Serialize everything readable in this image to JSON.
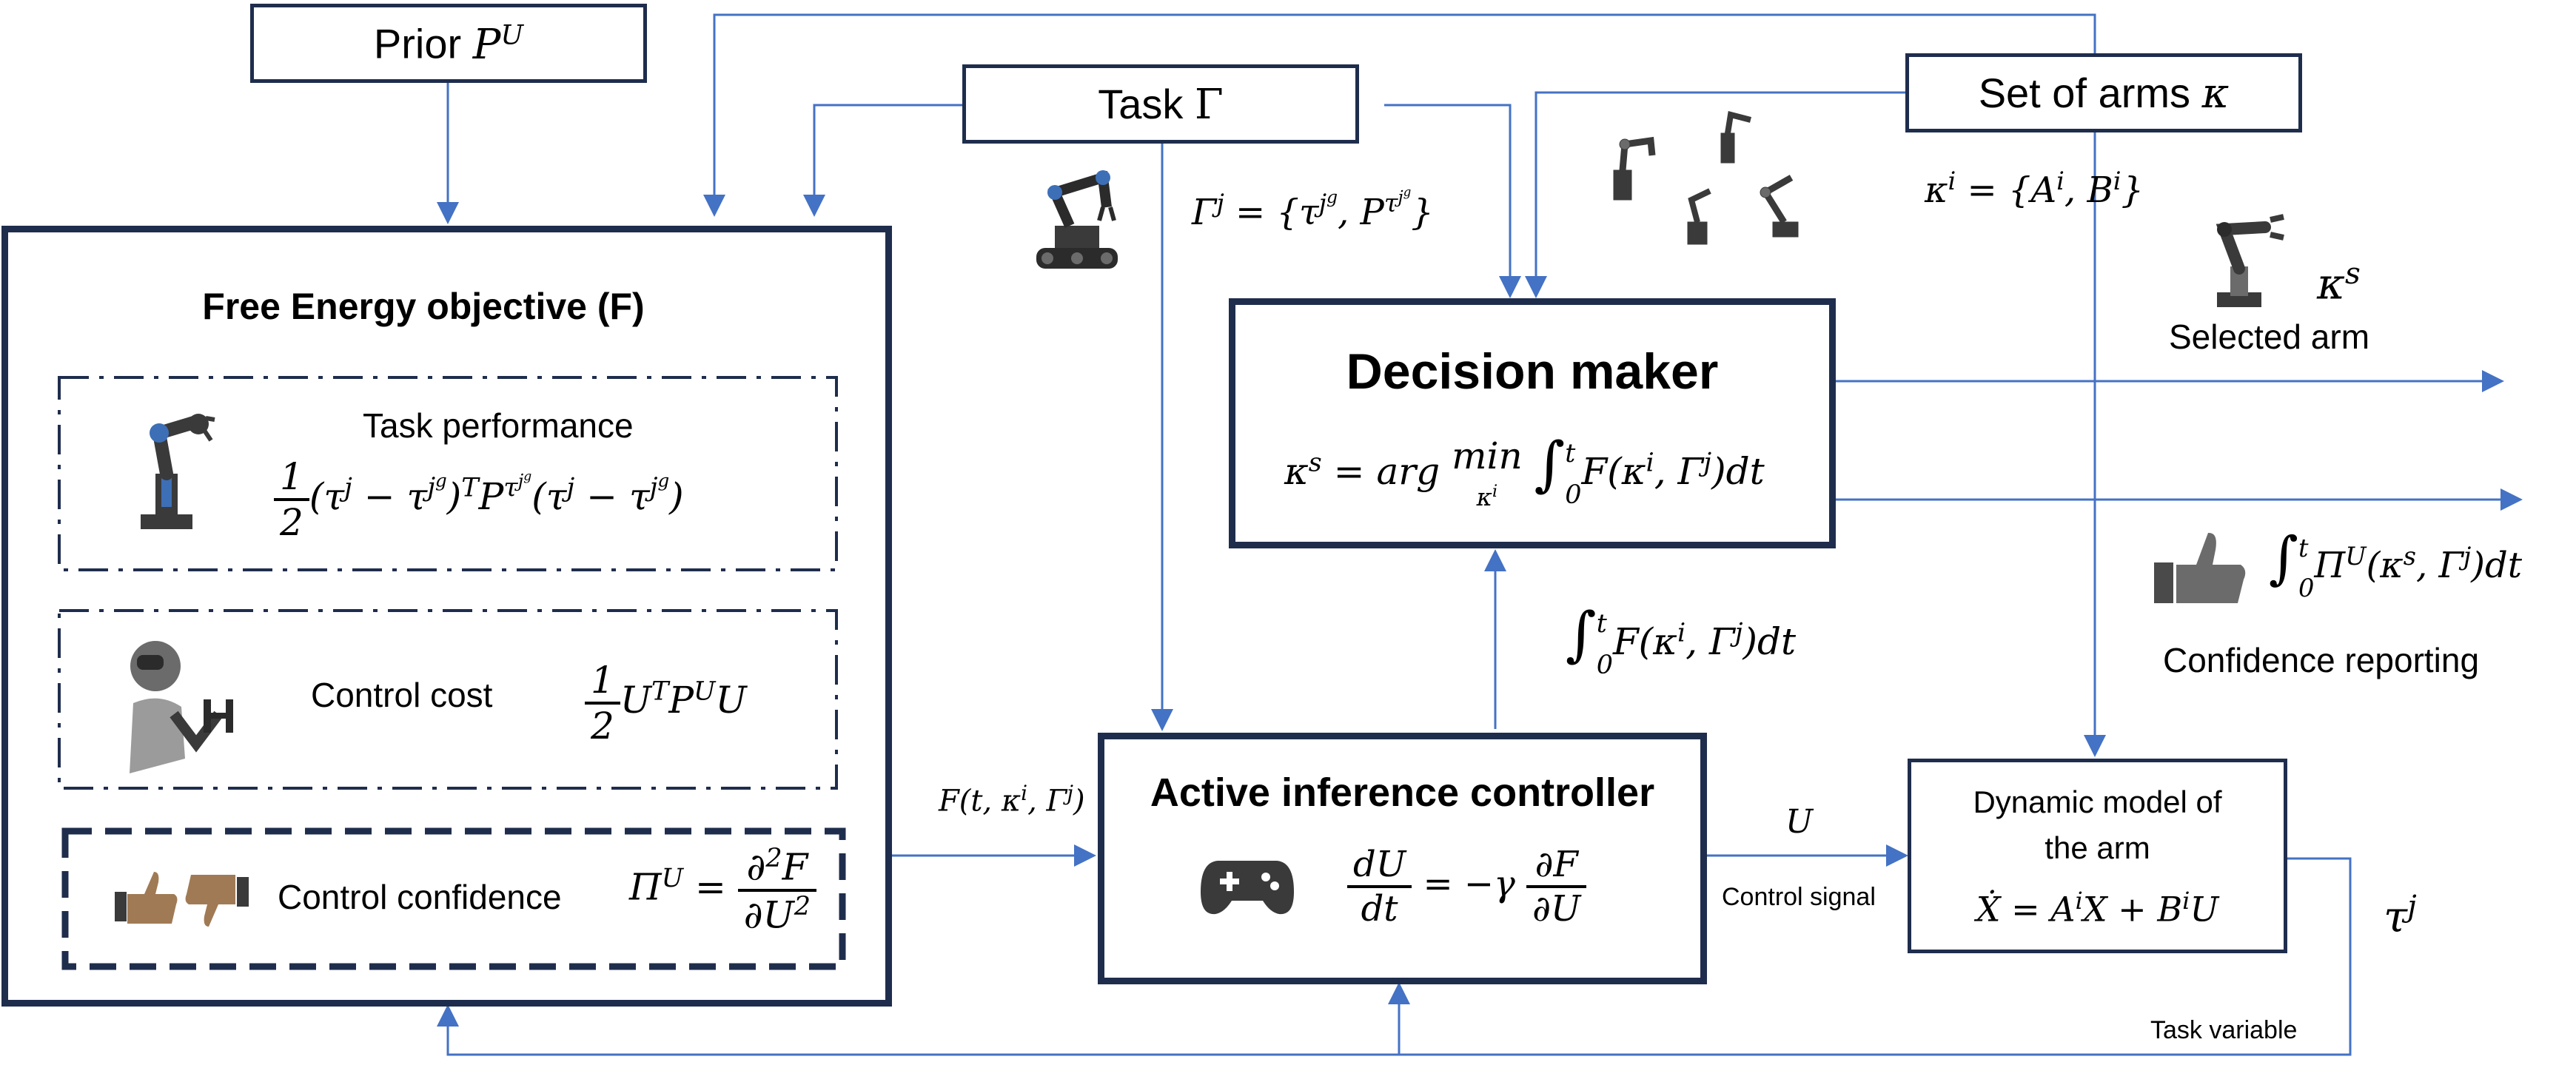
{
  "boxes": {
    "prior": "Prior P^U",
    "task": "Task Γ",
    "arms": "Set of arms κ",
    "free_energy_title": "Free Energy objective (F)",
    "task_performance": "Task performance",
    "control_cost": "Control cost",
    "control_confidence": "Control confidence",
    "decision_maker": "Decision maker",
    "active_inference": "Active inference controller",
    "dynamic_model_line1": "Dynamic model of",
    "dynamic_model_line2": "the arm"
  },
  "labels": {
    "selected_arm": "Selected arm",
    "confidence_reporting": "Confidence reporting",
    "control_signal": "Control signal",
    "task_variable": "Task variable"
  },
  "equations": {
    "task_def": "Γ^j = {τ^{j^g}, P^{τ^{j^g}}}",
    "arm_def": "κ^i = {A^i, B^i}",
    "selected_symbol": "κ^s",
    "task_perf": "½(τ^j − τ^{j^g})^T P^{τ^{j^g}}(τ^j − τ^{j^g})",
    "control_cost": "½ U^T P^U U",
    "control_confidence": "Π^U = ∂²F/∂U²",
    "decision": "κ^s = arg min_{κ^i} ∫_0^t F(κ^i, Γ^j) dt",
    "integral_F": "∫_0^t F(κ^i, Γ^j) dt",
    "confidence_integral": "∫_0^t Π^U(κ^s, Γ^j) dt",
    "F_input": "F(t, κ^i, Γ^j)",
    "controller": "dU/dt = −γ ∂F/∂U",
    "U_label": "U",
    "dynamics": "Ẋ = A^i X + B^i U",
    "tau_label": "τ^j"
  },
  "colors": {
    "box_border": "#1f2d4d",
    "arrow": "#4472c4",
    "icon_dark": "#3a3a3a",
    "icon_blue": "#3d6fb6",
    "thumb": "#a07a55"
  }
}
